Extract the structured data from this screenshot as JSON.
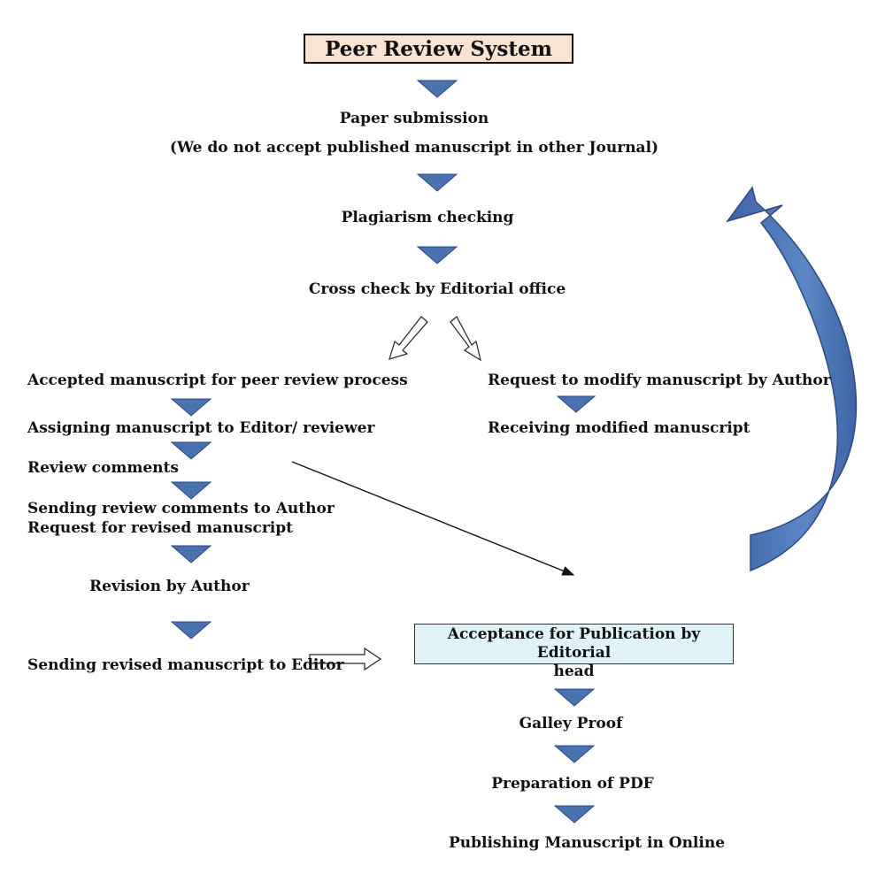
{
  "title": "Peer Review System",
  "steps": {
    "submission": "Paper submission",
    "submission_note": "(We do not accept published manuscript in other Journal)",
    "plagiarism": "Plagiarism checking",
    "cross_check": "Cross check by Editorial office"
  },
  "left_branch": {
    "accepted": "Accepted manuscript for peer review process",
    "assigning": "Assigning manuscript to Editor/ reviewer",
    "review_comments": "Review comments",
    "sending_comments": "Sending review comments to Author",
    "request_revised": "Request for revised manuscript",
    "revision": "Revision by Author",
    "sending_revised": "Sending revised manuscript to Editor"
  },
  "right_branch": {
    "request_modify": "Request to modify manuscript by Author",
    "receiving_modified": "Receiving modified manuscript"
  },
  "acceptance": {
    "line1": "Acceptance for Publication by Editorial",
    "line2": "head"
  },
  "final_steps": {
    "galley": "Galley Proof",
    "pdf": "Preparation of PDF",
    "publishing": "Publishing Manuscript in Online"
  },
  "colors": {
    "arrow_fill": "#4a72b0",
    "arrow_stroke": "#2c4a7c",
    "title_bg": "#fbe3d4",
    "accept_bg": "#dff3f8"
  }
}
